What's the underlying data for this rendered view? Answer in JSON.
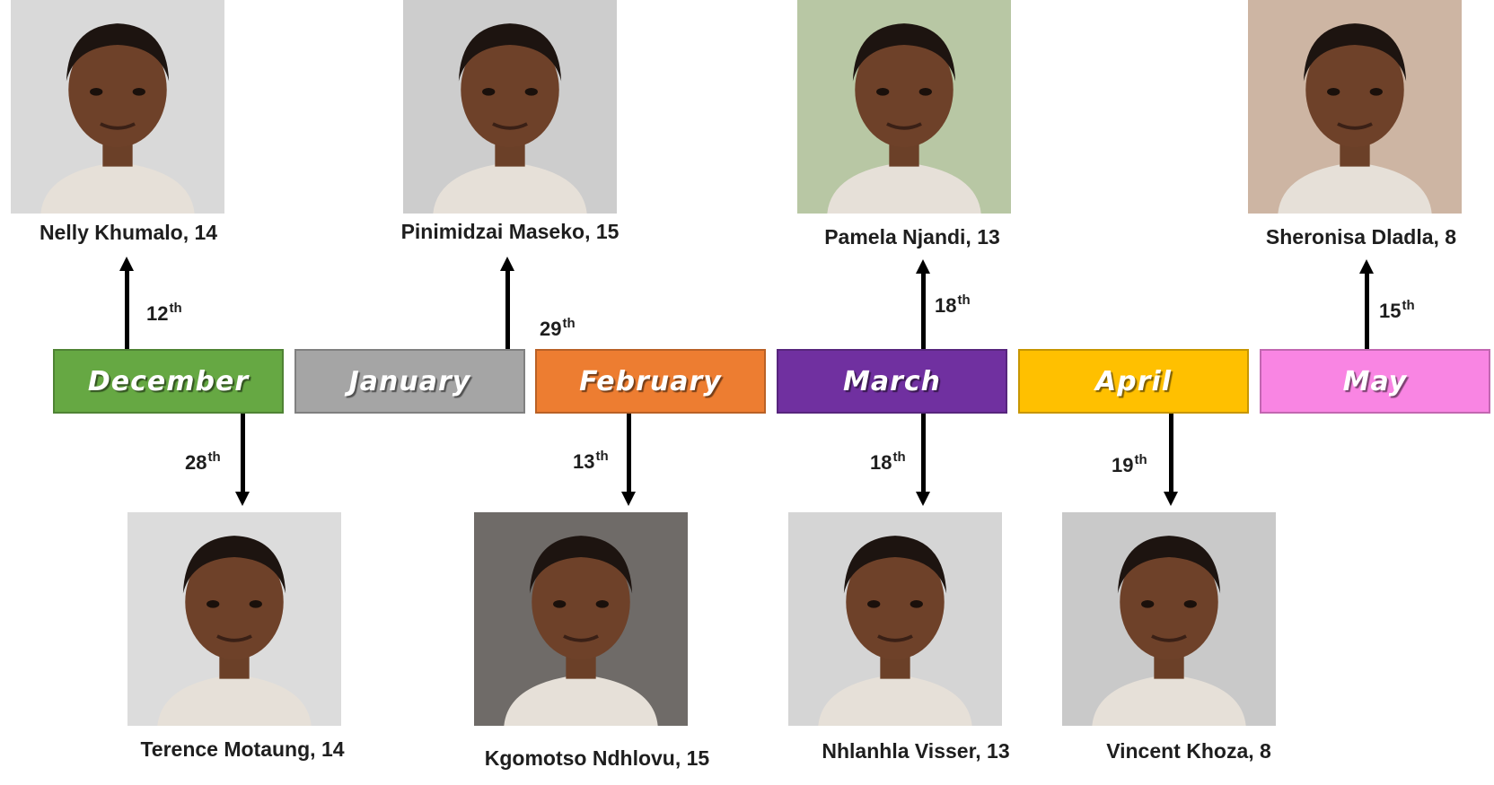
{
  "months": {
    "december": {
      "label": "December",
      "color": "#66a843"
    },
    "january": {
      "label": "January",
      "color": "#a5a5a5"
    },
    "february": {
      "label": "February",
      "color": "#ed7d31"
    },
    "march": {
      "label": "March",
      "color": "#7030a0"
    },
    "april": {
      "label": "April",
      "color": "#ffc000"
    },
    "may": {
      "label": "May",
      "color": "#f985e3"
    }
  },
  "ordinal_suffix": "th",
  "people": {
    "nelly": {
      "name": "Nelly Khumalo, 14",
      "day": "12",
      "month": "December",
      "bg": "#d9d9d9"
    },
    "pinimidzai": {
      "name": "Pinimidzai Maseko, 15",
      "day": "29",
      "month": "January",
      "bg": "#cdcdcd"
    },
    "pamela": {
      "name": "Pamela Njandi, 13",
      "day": "18",
      "month": "March",
      "bg": "#b8c7a4"
    },
    "sheronisa": {
      "name": "Sheronisa Dladla, 8",
      "day": "15",
      "month": "May",
      "bg": "#cdb5a3"
    },
    "terence": {
      "name": "Terence Motaung, 14",
      "day": "28",
      "month": "December",
      "bg": "#dcdcdc"
    },
    "kgomotso": {
      "name": "Kgomotso Ndhlovu, 15",
      "day": "13",
      "month": "February",
      "bg": "#6f6b68"
    },
    "nhlanhla": {
      "name": "Nhlanhla Visser, 13",
      "day": "18",
      "month": "March",
      "bg": "#d5d5d5"
    },
    "vincent": {
      "name": "Vincent Khoza, 8",
      "day": "19",
      "month": "April",
      "bg": "#c9c9c9"
    }
  }
}
